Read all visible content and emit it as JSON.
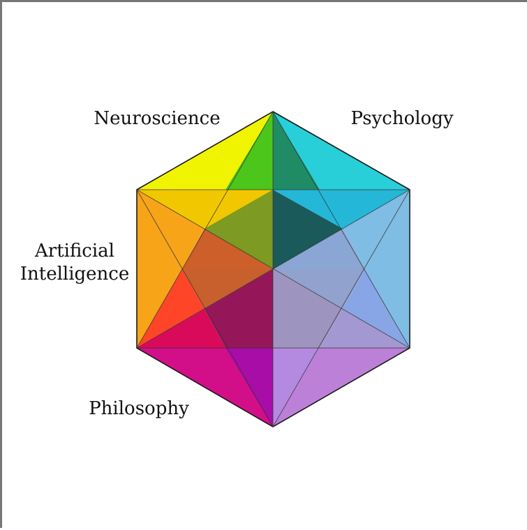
{
  "diagram": {
    "labels": {
      "neuroscience": "Neuroscience",
      "psychology": "Psychology",
      "ai_line1": "Artificial",
      "ai_line2": "Intelligence",
      "philosophy": "Philosophy"
    },
    "colors": {
      "neuroscience_a": "#f5f500",
      "neuroscience_b": "#3ecb10",
      "psychology_a": "#1a8a60",
      "psychology_b": "#1fcfd6",
      "ai_a": "#f5a000",
      "ai_b": "#ff3020",
      "philosophy_a": "#e00f78",
      "philosophy_b": "#a010a8",
      "lower_right_a": "#b07ad8",
      "lower_right_b": "#6eb4e0"
    }
  }
}
